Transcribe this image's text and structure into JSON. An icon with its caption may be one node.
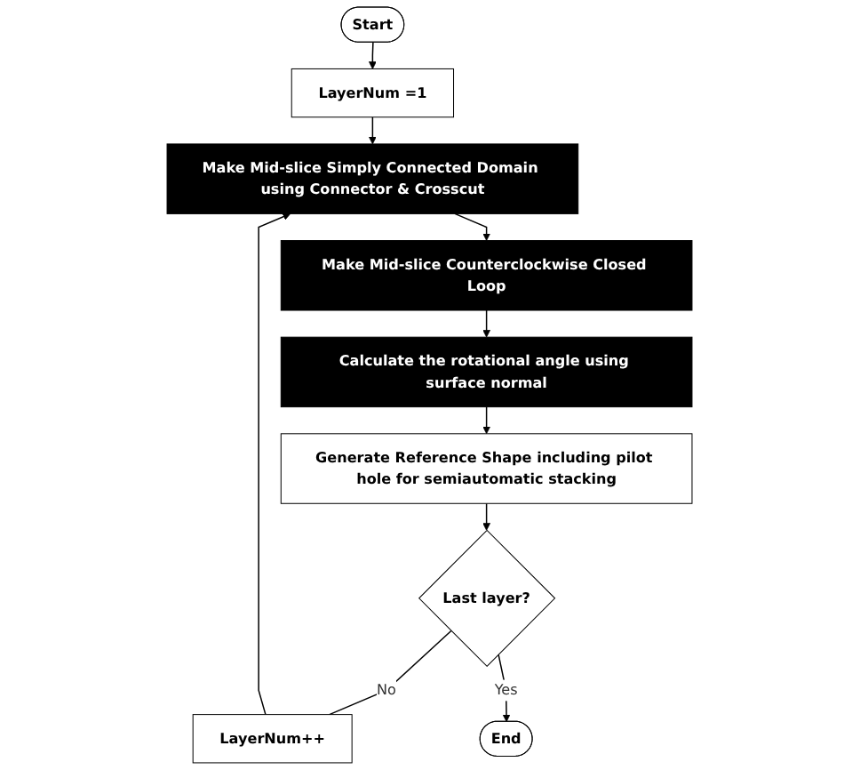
{
  "diagram": {
    "nodes": [
      {
        "text": [
          "Start"
        ]
      },
      {
        "text": [
          "LayerNum =1"
        ]
      },
      {
        "text": [
          "Make Mid-slice Simply Connected Domain using Connector & Crosscut"
        ]
      },
      {
        "text": [
          "Make Mid-slice Counterclockwise Closed Loop"
        ]
      },
      {
        "text": [
          "Calculate the rotational angle using surface normal"
        ]
      },
      {
        "text": [
          "Generate Reference Shape including pilot hole for semiautomatic stacking"
        ]
      },
      {
        "text": [
          "Last layer?"
        ]
      },
      {
        "text": [
          "LayerNum++"
        ]
      },
      {
        "text": [
          "End"
        ]
      }
    ],
    "edges": [
      {
        "from": 0,
        "to": 1,
        "arrow": "to"
      },
      {
        "from": 1,
        "to": 2,
        "arrow": "to"
      },
      {
        "from": 2,
        "to": 3,
        "arrow": "to"
      },
      {
        "from": 3,
        "to": 4,
        "arrow": "to"
      },
      {
        "from": 4,
        "to": 5,
        "arrow": "to"
      },
      {
        "from": 5,
        "to": 6,
        "arrow": "to"
      },
      {
        "from": 6,
        "to": 7,
        "label": "No",
        "arrow": "none"
      },
      {
        "from": 7,
        "to": 2,
        "arrow": "to"
      },
      {
        "from": 6,
        "to": 8,
        "label": "Yes",
        "arrow": "to"
      }
    ]
  }
}
